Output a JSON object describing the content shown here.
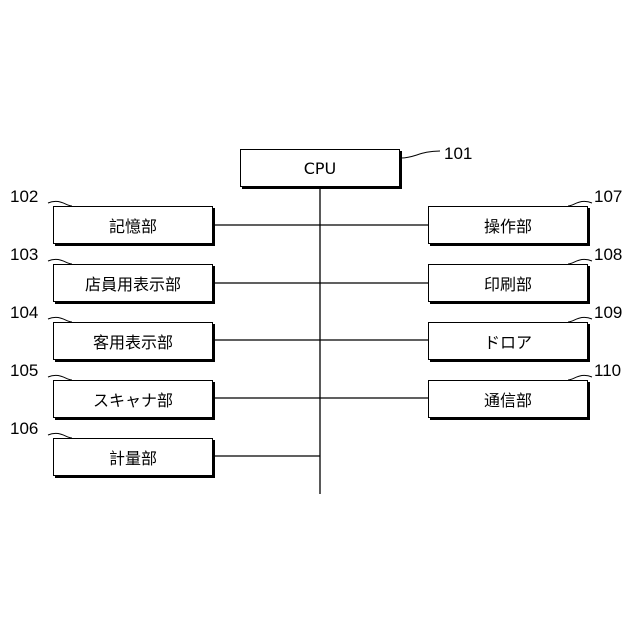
{
  "cpu": {
    "label": "CPU",
    "ref": "101"
  },
  "left_units": [
    {
      "label": "記憶部",
      "ref": "102"
    },
    {
      "label": "店員用表示部",
      "ref": "103"
    },
    {
      "label": "客用表示部",
      "ref": "104"
    },
    {
      "label": "スキャナ部",
      "ref": "105"
    },
    {
      "label": "計量部",
      "ref": "106"
    }
  ],
  "right_units": [
    {
      "label": "操作部",
      "ref": "107"
    },
    {
      "label": "印刷部",
      "ref": "108"
    },
    {
      "label": "ドロア",
      "ref": "109"
    },
    {
      "label": "通信部",
      "ref": "110"
    }
  ]
}
